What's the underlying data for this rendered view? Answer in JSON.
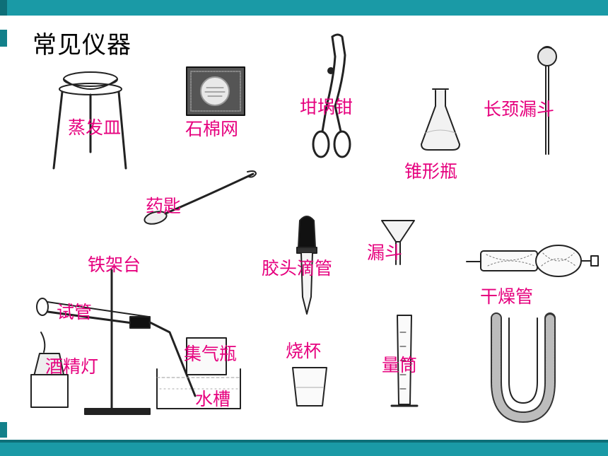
{
  "title": "常见仪器",
  "labels": {
    "evaporating_dish": "蒸发皿",
    "asbestos_gauze": "石棉网",
    "crucible_tongs": "坩埚钳",
    "long_neck_funnel": "长颈漏斗",
    "conical_flask": "锥形瓶",
    "medicine_spoon": "药匙",
    "iron_stand": "铁架台",
    "dropper": "胶头滴管",
    "funnel": "漏斗",
    "drying_tube": "干燥管",
    "test_tube": "试管",
    "gas_jar": "集气瓶",
    "alcohol_lamp": "酒精灯",
    "water_trough": "水槽",
    "beaker": "烧杯",
    "graduated_cylinder": "量筒"
  }
}
